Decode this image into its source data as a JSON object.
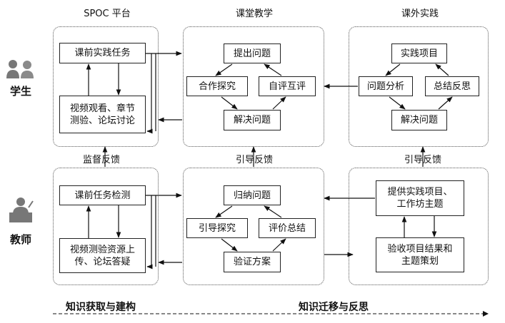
{
  "columns": {
    "spoc": "SPOC 平台",
    "classroom": "课堂教学",
    "outside": "课外实践"
  },
  "roles": {
    "student": "学生",
    "teacher": "教师"
  },
  "student_row": {
    "spoc_task": "课前实践任务",
    "spoc_watch_line1": "视频观看、章节",
    "spoc_watch_line2": "测验、论坛讨论",
    "class_ask": "提出问题",
    "class_coop": "合作探究",
    "class_eval": "自评互评",
    "class_solve": "解决问题",
    "out_project": "实践项目",
    "out_analyze": "问题分析",
    "out_reflect": "总结反思",
    "out_solve": "解决问题"
  },
  "feedback": {
    "spoc": "监督反馈",
    "classroom": "引导反馈",
    "outside": "引导反馈"
  },
  "teacher_row": {
    "spoc_check": "课前任务检测",
    "spoc_upload_line1": "视频测验资源上",
    "spoc_upload_line2": "传、论坛答疑",
    "class_summarize": "归纳问题",
    "class_guide": "引导探究",
    "class_evaluate": "评价总结",
    "class_verify": "验证方案",
    "out_provide_line1": "提供实践项目、",
    "out_provide_line2": "工作坊主题",
    "out_accept_line1": "验收项目结果和",
    "out_accept_line2": "主题策划"
  },
  "bottom": {
    "left": "知识获取与建构",
    "right": "知识迁移与反思"
  }
}
